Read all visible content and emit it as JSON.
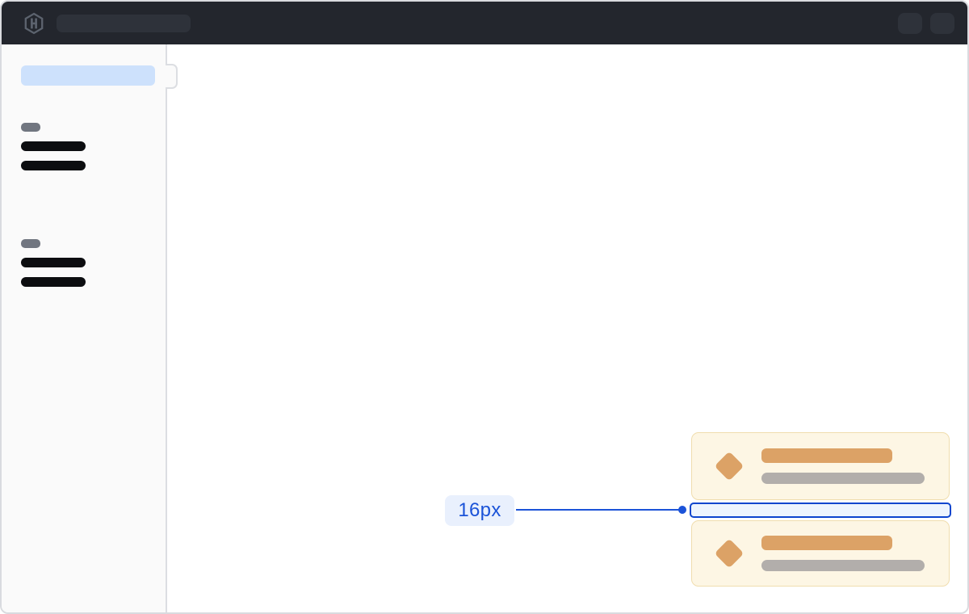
{
  "topbar": {
    "bg_color": "#23262d",
    "control_color": "#2e323a",
    "logo_icon": "hashicorp-logo",
    "logo_color": "#5c636e",
    "search_skeleton": true,
    "action_button_count": 2
  },
  "sidebar": {
    "bg_color": "#fafafa",
    "border_color": "#dcdee2",
    "active_item_color": "#cde1fc",
    "section_label_color": "#717680",
    "item_color": "#0c0d10",
    "groups": [
      {
        "name": "nav-group-1",
        "item_count": 2
      },
      {
        "name": "nav-group-2",
        "item_count": 2
      }
    ],
    "handle": "sidebar-toggle-handle"
  },
  "cards": {
    "count": 2,
    "bg_color": "#fdf6e4",
    "border_color": "#f0ddae",
    "accent_color": "#dca266",
    "text_skeleton_color": "#b2aeab",
    "icon": "diamond-icon",
    "items": [
      {
        "name": "alert-card-1"
      },
      {
        "name": "alert-card-2"
      }
    ]
  },
  "annotation": {
    "spacing_label": "16px",
    "accent_color": "#1b53d8",
    "highlight_border_color": "#0d45ce",
    "highlight_fill_color": "#edf4fe",
    "label_bg_color": "#e9f0fd"
  }
}
